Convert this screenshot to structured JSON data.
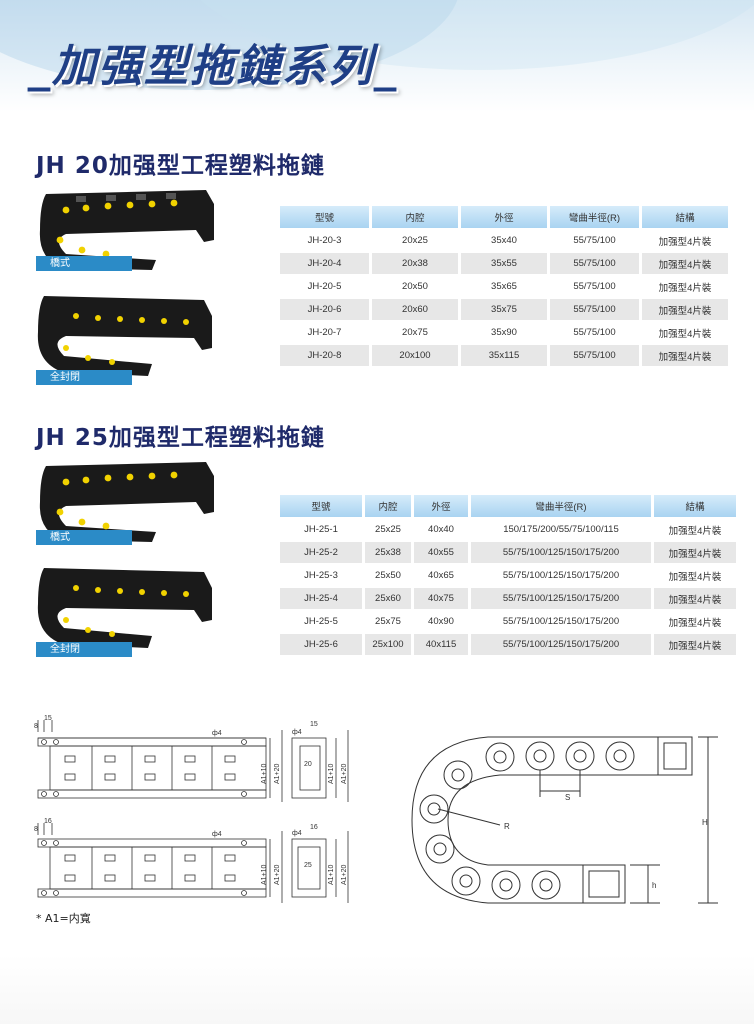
{
  "banner": {
    "title": "_加强型拖鏈系列_"
  },
  "sections": [
    {
      "title": "JH 20加强型工程塑料拖鏈",
      "tag_bridge": "橋式",
      "tag_closed": "全封閉",
      "headers": [
        "型號",
        "内腔",
        "外徑",
        "彎曲半徑(R)",
        "結構"
      ],
      "rows": [
        [
          "JH-20-3",
          "20x25",
          "35x40",
          "55/75/100",
          "加强型4片裝"
        ],
        [
          "JH-20-4",
          "20x38",
          "35x55",
          "55/75/100",
          "加强型4片裝"
        ],
        [
          "JH-20-5",
          "20x50",
          "35x65",
          "55/75/100",
          "加强型4片裝"
        ],
        [
          "JH-20-6",
          "20x60",
          "35x75",
          "55/75/100",
          "加强型4片裝"
        ],
        [
          "JH-20-7",
          "20x75",
          "35x90",
          "55/75/100",
          "加强型4片裝"
        ],
        [
          "JH-20-8",
          "20x100",
          "35x115",
          "55/75/100",
          "加强型4片裝"
        ]
      ]
    },
    {
      "title": "JH 25加强型工程塑料拖鏈",
      "tag_bridge": "橋式",
      "tag_closed": "全封閉",
      "headers": [
        "型號",
        "内腔",
        "外徑",
        "彎曲半徑(R)",
        "結構"
      ],
      "rows": [
        [
          "JH-25-1",
          "25x25",
          "40x40",
          "150/175/200/55/75/100/115",
          "加强型4片裝"
        ],
        [
          "JH-25-2",
          "25x38",
          "40x55",
          "55/75/100/125/150/175/200",
          "加强型4片裝"
        ],
        [
          "JH-25-3",
          "25x50",
          "40x65",
          "55/75/100/125/150/175/200",
          "加强型4片裝"
        ],
        [
          "JH-25-4",
          "25x60",
          "40x75",
          "55/75/100/125/150/175/200",
          "加强型4片裝"
        ],
        [
          "JH-25-5",
          "25x75",
          "40x90",
          "55/75/100/125/150/175/200",
          "加强型4片裝"
        ],
        [
          "JH-25-6",
          "25x100",
          "40x115",
          "55/75/100/125/150/175/200",
          "加强型4片裝"
        ]
      ]
    }
  ],
  "diagram": {
    "top": {
      "pitch": "15",
      "offset": "8",
      "hole": "ф4",
      "inner": "20",
      "dim1": "A1+10",
      "dim2": "A1+20"
    },
    "bottom": {
      "pitch": "16",
      "offset": "8",
      "hole": "ф4",
      "inner": "25",
      "dim1": "A1+10",
      "dim2": "A1+20"
    },
    "bend": {
      "s": "S",
      "r": "R",
      "h_big": "H",
      "h_small": "h"
    }
  },
  "note": "* A1=内寬"
}
